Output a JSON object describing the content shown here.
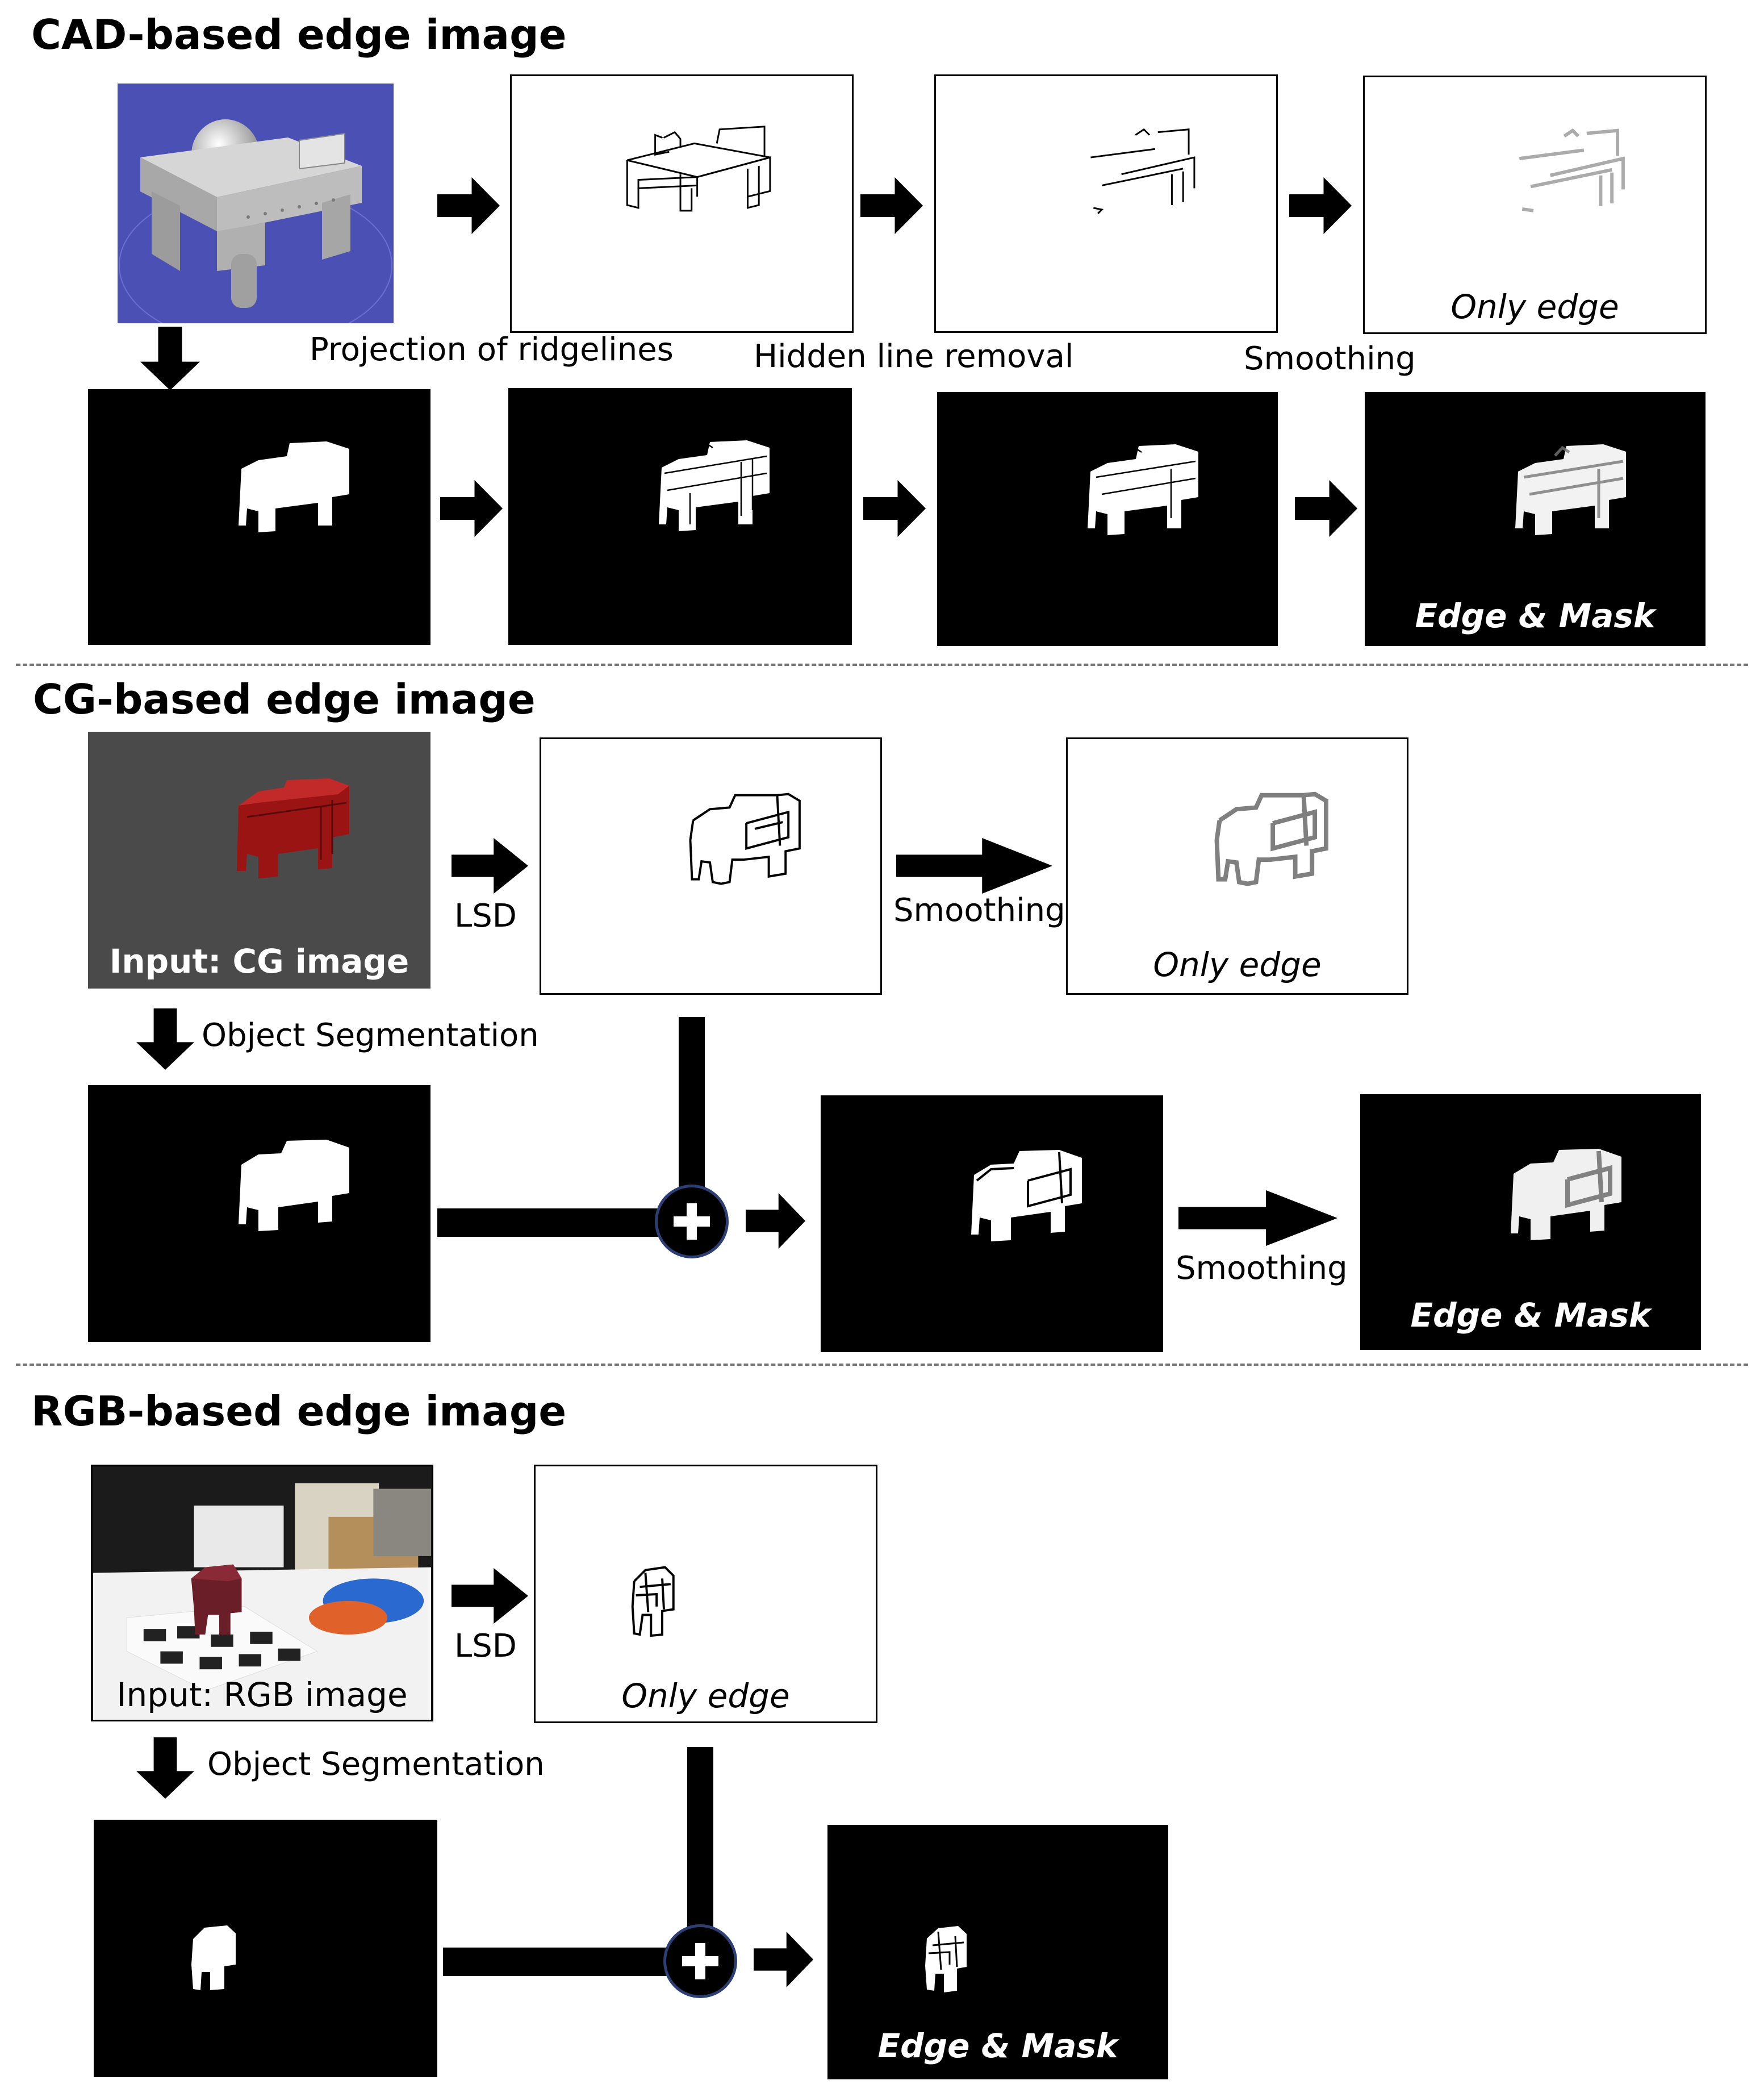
{
  "sections": {
    "cad": {
      "title": "CAD-based edge image",
      "captions": {
        "projection": "Projection of ridgelines",
        "hidden": "Hidden line removal",
        "smoothing": "Smoothing"
      },
      "only_edge": "Only edge",
      "edge_mask": "Edge & Mask"
    },
    "cg": {
      "title": "CG-based edge image",
      "input_label": "Input: CG image",
      "lsd": "LSD",
      "smoothing_top": "Smoothing",
      "only_edge": "Only edge",
      "segmentation": "Object Segmentation",
      "smoothing_bottom": "Smoothing",
      "edge_mask": "Edge & Mask"
    },
    "rgb": {
      "title": "RGB-based edge image",
      "input_label": "Input: RGB image",
      "lsd": "LSD",
      "only_edge": "Only edge",
      "segmentation": "Object Segmentation",
      "edge_mask": "Edge & Mask"
    }
  },
  "colors": {
    "cad_background": "#4a4fb0",
    "cg_background": "#4a4a4a",
    "cg_object": "#9a1414",
    "rgb_object": "#6a1f28",
    "plus_border": "#2c3e73"
  },
  "icons": [
    "right-arrow-icon",
    "down-arrow-icon",
    "plus-circle-icon"
  ]
}
